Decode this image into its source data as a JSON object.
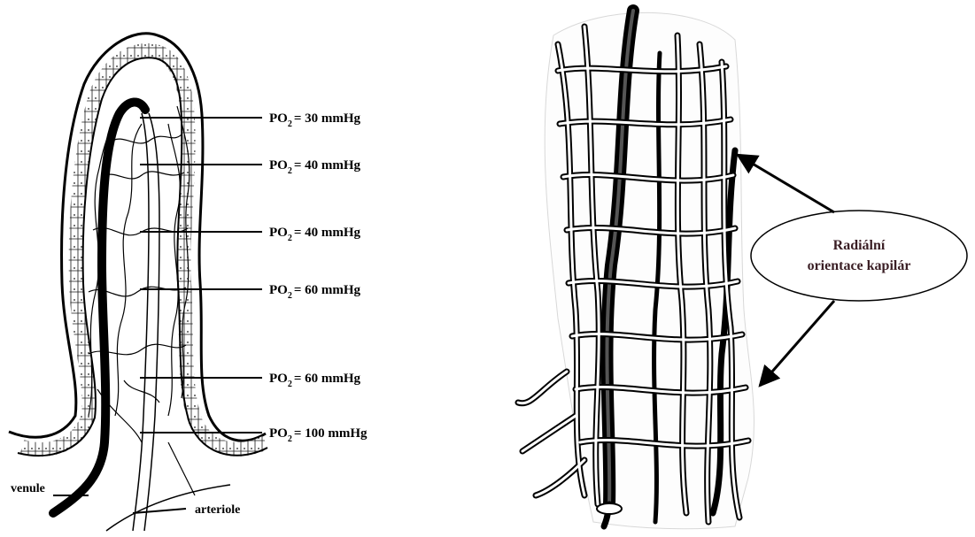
{
  "left_figure": {
    "po2_labels": [
      {
        "prefix": "PO",
        "sub": "2",
        "value": "= 30 mmHg"
      },
      {
        "prefix": "PO",
        "sub": "2",
        "value": "= 40 mmHg"
      },
      {
        "prefix": "PO",
        "sub": "2",
        "value": "= 40 mmHg"
      },
      {
        "prefix": "PO",
        "sub": "2",
        "value": "= 60 mmHg"
      },
      {
        "prefix": "PO",
        "sub": "2",
        "value": "= 60 mmHg"
      },
      {
        "prefix": "PO",
        "sub": "2",
        "value": "= 100 mmHg"
      }
    ],
    "venule_label": "venule",
    "arteriole_label": "arteriole"
  },
  "right_figure": {
    "callout_line1": "Radiální",
    "callout_line2": "orientace kapilár"
  }
}
